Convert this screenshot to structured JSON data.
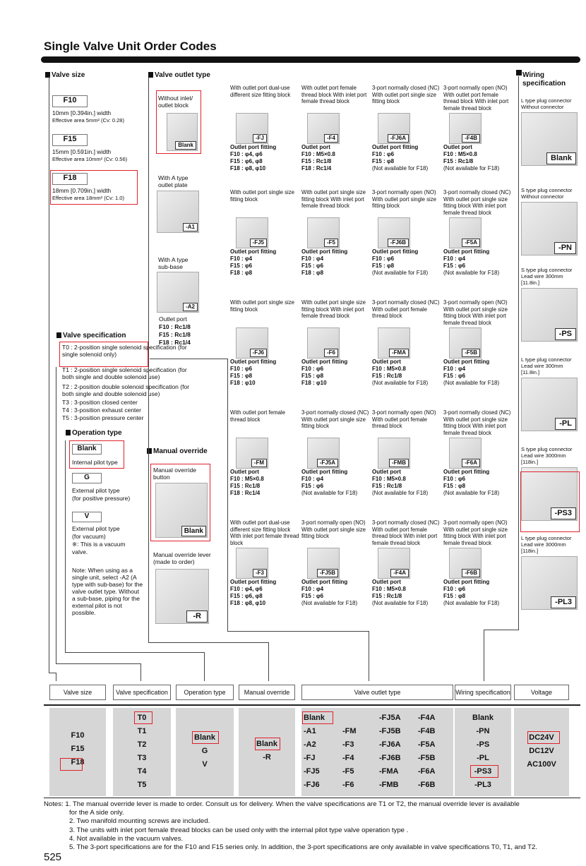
{
  "title": "Single Valve Unit Order Codes",
  "page_number": "525",
  "valve_size": {
    "heading": "Valve size",
    "items": [
      {
        "code": "F10",
        "width": "10mm [0.394in.] width",
        "area": "Effective area 5mm² (Cv: 0.28)"
      },
      {
        "code": "F15",
        "width": "15mm [0.591in.] width",
        "area": "Effective area 10mm² (Cv: 0.56)"
      },
      {
        "code": "F18",
        "width": "18mm [0.709in.] width",
        "area": "Effective area 18mm² (Cv: 1.0)"
      }
    ]
  },
  "outlet_type_heading": "Valve outlet type",
  "outlet_left": {
    "blank_desc": "Without inlet/ outlet block",
    "blank_code": "Blank",
    "a1_desc": "With A type outlet plate",
    "a1_code": "-A1",
    "a2_desc": "With A type sub-base",
    "a2_code": "-A2",
    "a2_port": "Outlet port",
    "a2_f10": "F10 : Rc1/8",
    "a2_f15": "F15 : Rc1/8",
    "a2_f18": "F18 : Rc1/4"
  },
  "grid": [
    {
      "h": "With outlet port dual-use different size fitting block",
      "code": "-FJ",
      "bold": "Outlet port fitting",
      "lines": [
        "F10 : φ4, φ6",
        "F15 : φ6, φ8",
        "F18 : φ8, φ10"
      ]
    },
    {
      "h": "With outlet port female thread block With inlet port female thread block",
      "code": "-F4",
      "bold": "Outlet port",
      "lines": [
        "F10 : M5×0.8",
        "F15 : Rc1/8",
        "F18 : Rc1/4"
      ]
    },
    {
      "h": "3-port normally closed (NC) With outlet port single size fitting block",
      "code": "-FJ6A",
      "bold": "Outlet port fitting",
      "lines": [
        "F10 : φ6",
        "F15 : φ8",
        "(Not available for F18)"
      ]
    },
    {
      "h": "3-port normally open (NO) With outlet port female thread block With inlet port female thread block",
      "code": "-F4B",
      "bold": "Outlet port",
      "lines": [
        "F10 : M5×0.8",
        "F15 : Rc1/8",
        "(Not available for F18)"
      ]
    },
    {
      "h": "With outlet port single size fitting block",
      "code": "-FJ5",
      "bold": "Outlet port fitting",
      "lines": [
        "F10 : φ4",
        "F15 : φ6",
        "F18 : φ8"
      ]
    },
    {
      "h": "With outlet port single size fitting block With inlet port female thread block",
      "code": "-F5",
      "bold": "Outlet port fitting",
      "lines": [
        "F10 : φ4",
        "F15 : φ6",
        "F18 : φ8"
      ]
    },
    {
      "h": "3-port normally open (NO) With outlet port single size fitting block",
      "code": "-FJ6B",
      "bold": "Outlet port fitting",
      "lines": [
        "F10 : φ6",
        "F15 : φ8",
        "(Not available for F18)"
      ]
    },
    {
      "h": "3-port normally closed (NC) With outlet port single size fitting block With inlet port female thread block",
      "code": "-F5A",
      "bold": "Outlet port fitting",
      "lines": [
        "F10 : φ4",
        "F15 : φ6",
        "(Not available for F18)"
      ]
    },
    {
      "h": "With outlet port single size fitting block",
      "code": "-FJ6",
      "bold": "Outlet port fitting",
      "lines": [
        "F10 : φ6",
        "F15 : φ8",
        "F18 : φ10"
      ]
    },
    {
      "h": "With outlet port single size fitting block With inlet port female thread block",
      "code": "-F6",
      "bold": "Outlet port fitting",
      "lines": [
        "F10 : φ6",
        "F15 : φ8",
        "F18 : φ10"
      ]
    },
    {
      "h": "3-port normally closed (NC) With outlet port female thread block",
      "code": "-FMA",
      "bold": "Outlet port",
      "lines": [
        "F10 : M5×0.8",
        "F15 : Rc1/8",
        "(Not available for F18)"
      ]
    },
    {
      "h": "3-port normally open (NO) With outlet port single size fitting block With inlet port female thread block",
      "code": "-F5B",
      "bold": "Outlet port fitting",
      "lines": [
        "F10 : φ4",
        "F15 : φ6",
        "(Not available for F18)"
      ]
    },
    {
      "h": "With outlet port female thread block",
      "code": "-FM",
      "bold": "Outlet port",
      "lines": [
        "F10 : M5×0.8",
        "F15 : Rc1/8",
        "F18 : Rc1/4"
      ]
    },
    {
      "h": "3-port normally closed (NC) With outlet port single size fitting block",
      "code": "-FJ5A",
      "bold": "Outlet port fitting",
      "lines": [
        "F10 : φ4",
        "F15 : φ6",
        "(Not available for F18)"
      ]
    },
    {
      "h": "3-port normally open (NO) With outlet port female thread block",
      "code": "-FMB",
      "bold": "Outlet port",
      "lines": [
        "F10 : M5×0.8",
        "F15 : Rc1/8",
        "(Not available for F18)"
      ]
    },
    {
      "h": "3-port normally closed (NC) With outlet port single size fitting block With inlet port female thread block",
      "code": "-F6A",
      "bold": "Outlet port fitting",
      "lines": [
        "F10 : φ6",
        "F15 : φ8",
        "(Not available for F18)"
      ]
    },
    {
      "h": "With outlet port dual-use different size fitting block With inlet port female thread block",
      "code": "-F3",
      "bold": "Outlet port fitting",
      "lines": [
        "F10 : φ4, φ6",
        "F15 : φ6, φ8",
        "F18 : φ8, φ10"
      ]
    },
    {
      "h": "3-port normally open (NO) With outlet port single size fitting block",
      "code": "-FJ5B",
      "bold": "Outlet port fitting",
      "lines": [
        "F10 : φ4",
        "F15 : φ6",
        "(Not available for F18)"
      ]
    },
    {
      "h": "3-port normally closed (NC) With outlet port female thread block With inlet port female thread block",
      "code": "-F4A",
      "bold": "Outlet port",
      "lines": [
        "F10 : M5×0.8",
        "F15 : Rc1/8",
        "(Not available for F18)"
      ]
    },
    {
      "h": "3-port normally open (NO) With outlet port single size fitting block With inlet port female thread block",
      "code": "-F6B",
      "bold": "Outlet port fitting",
      "lines": [
        "F10 : φ6",
        "F15 : φ8",
        "(Not available for F18)"
      ]
    }
  ],
  "wiring": {
    "heading": "Wiring specification",
    "items": [
      {
        "h": "L type plug connector Without connector",
        "code": "Blank"
      },
      {
        "h": "S type plug connector Without connector",
        "code": "-PN"
      },
      {
        "h": "S type plug connector Lead wire 300mm [11.8in.]",
        "code": "-PS"
      },
      {
        "h": "L type plug connector Lead wire 300mm [11.8in.]",
        "code": "-PL"
      },
      {
        "h": "S type plug connector Lead wire 3000mm [118in.]",
        "code": "-PS3"
      },
      {
        "h": "L type plug connector Lead wire 3000mm [118in.]",
        "code": "-PL3"
      }
    ]
  },
  "valve_spec": {
    "heading": "Valve specification",
    "items": [
      "T0 : 2-position single solenoid specification (for single solenoid only)",
      "T1 : 2-position single solenoid specification (for both single and double solenoid use)",
      "T2 : 2-position double solenoid specification (for both single and double solenoid use)",
      "T3 : 3-position closed center",
      "T4 : 3-position exhaust center",
      "T5 : 3-position pressure center"
    ]
  },
  "operation": {
    "heading": "Operation type",
    "blank": "Blank",
    "blank_desc": "Internal pilot type",
    "g": "G",
    "g_desc": "External pilot type",
    "g_desc2": "(for positive pressure)",
    "v": "V",
    "v_desc": "External pilot type",
    "v_desc2": "(for vacuum)",
    "v_note1": "※: This is a vacuum",
    "v_note2": "valve.",
    "note": "Note: When using as a single unit, select -A2 (A type with sub-base) for the valve outlet type. Without a sub-base, piping for the external pilot is not possible."
  },
  "manual": {
    "heading": "Manual override",
    "btn_desc": "Manual override button",
    "btn_code": "Blank",
    "lever_desc": "Manual override lever (made to order)",
    "lever_code": "-R"
  },
  "table_headers": [
    "Valve size",
    "Valve specification",
    "Operation type",
    "Manual override",
    "Valve outlet type",
    "Wiring specification",
    "Voltage"
  ],
  "table": {
    "sizes": [
      "F10",
      "F15",
      "F18"
    ],
    "specs": [
      "T0",
      "T1",
      "T2",
      "T3",
      "T4",
      "T5"
    ],
    "ops": [
      "Blank",
      "G",
      "V"
    ],
    "manual": [
      "Blank",
      "-R"
    ],
    "outlet_col1": [
      "Blank",
      "-A1",
      "-A2",
      "-FJ",
      "-FJ5",
      "-FJ6"
    ],
    "outlet_col2": [
      "-FM",
      "-F3",
      "-F4",
      "-F5",
      "-F6"
    ],
    "outlet_col3": [
      "-FJ5A",
      "-FJ5B",
      "-FJ6A",
      "-FJ6B",
      "-FMA",
      "-FMB"
    ],
    "outlet_col4": [
      "-F4A",
      "-F4B",
      "-F5A",
      "-F5B",
      "-F6A",
      "-F6B"
    ],
    "wiring": [
      "Blank",
      "-PN",
      "-PS",
      "-PL",
      "-PS3",
      "-PL3"
    ],
    "voltage": [
      "DC24V",
      "DC12V",
      "AC100V"
    ]
  },
  "notes": [
    "Notes: 1. The manual override lever is made to order. Consult us for delivery. When the valve specifications are T1 or T2, the manual override lever is available",
    "for the A side only.",
    "2. Two manifold mounting screws are included.",
    "3. The units with inlet port female thread blocks can be used only with the internal pilot type valve operation type .",
    "4. Not available in the vacuum valves.",
    "5. The 3-port specifications are for the F10 and F15 series only. In addition, the 3-port specifications are only available in valve specifications T0, T1, and T2."
  ]
}
